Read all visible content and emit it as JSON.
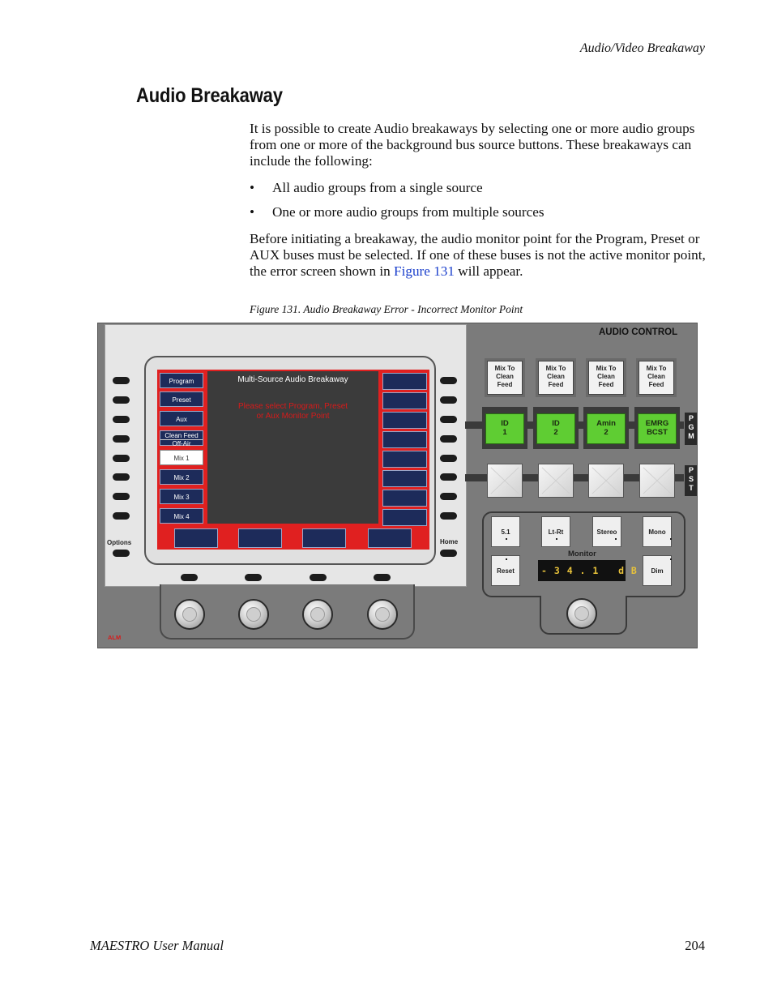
{
  "header": {
    "section_title": "Audio/Video Breakaway"
  },
  "heading": "Audio Breakaway",
  "paragraph1": "It is possible to create Audio breakaways by selecting one or more audio groups from one or more of the background bus source buttons. These breakaways can include the following:",
  "bullets": [
    "All audio groups from a single source",
    "One or more audio groups from multiple sources"
  ],
  "paragraph2": {
    "before_link": "Before initiating a breakaway, the audio monitor point for the Program, Preset or AUX buses must be selected. If one of these buses is not the active monitor point, the error screen shown in ",
    "link": "Figure 131",
    "after_link": " will appear."
  },
  "caption": "Figure 131.  Audio Breakaway Error - Incorrect Monitor Point",
  "figure": {
    "lcd_buttons": [
      "Program",
      "Preset",
      "Aux",
      "Clean Feed",
      "Off-Air",
      "Mix 1",
      "Mix 2",
      "Mix 3",
      "Mix 4"
    ],
    "lcd_title": "Multi-Source Audio Breakaway",
    "lcd_message_line1": "Please select Program, Preset",
    "lcd_message_line2": "or Aux Monitor Point",
    "options_label": "Options",
    "home_label": "Home",
    "alm_label": "ALM",
    "audio_control_title": "AUDIO CONTROL",
    "mix_buttons": [
      {
        "line1": "Mix To",
        "line2": "Clean",
        "line3": "Feed"
      },
      {
        "line1": "Mix To",
        "line2": "Clean",
        "line3": "Feed"
      },
      {
        "line1": "Mix To",
        "line2": "Clean",
        "line3": "Feed"
      },
      {
        "line1": "Mix To",
        "line2": "Clean",
        "line3": "Feed"
      }
    ],
    "pgm_buttons": [
      {
        "line1": "ID",
        "line2": "1"
      },
      {
        "line1": "ID",
        "line2": "2"
      },
      {
        "line1": "Amin",
        "line2": "2"
      },
      {
        "line1": "EMRG",
        "line2": "BCST"
      }
    ],
    "pgm_letters": [
      "P",
      "G",
      "M"
    ],
    "pst_letters": [
      "P",
      "S",
      "T"
    ],
    "monitor_buttons": [
      "5.1",
      "Lt-Rt",
      "Stereo",
      "Mono"
    ],
    "monitor_label": "Monitor",
    "reset_label": "Reset",
    "dim_label": "Dim",
    "db_readout": "- 3 4 . 1   d B",
    "colors": {
      "lcd_frame": "#e02020",
      "pgm_green": "#5fcd33",
      "lcd_button": "#1d2b5a"
    }
  },
  "footer": {
    "manual": "MAESTRO User Manual",
    "page": "204"
  }
}
